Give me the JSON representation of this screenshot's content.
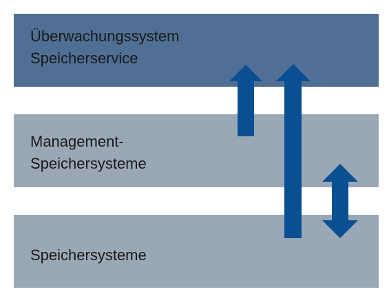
{
  "colors": {
    "top_band": "#4f6f94",
    "lower_bands": "#9aa7b5",
    "arrow": "#0b4f93",
    "text": "#1a1a1a",
    "background": "#ffffff"
  },
  "layers": [
    {
      "lines": [
        "Überwachungssystem",
        "Speicherservice"
      ]
    },
    {
      "lines": [
        "Management-",
        "Speichersysteme"
      ]
    },
    {
      "lines": [
        "Speichersysteme"
      ]
    }
  ],
  "arrows": [
    {
      "name": "short-up-arrow",
      "direction": "up"
    },
    {
      "name": "long-up-arrow",
      "direction": "up"
    },
    {
      "name": "double-arrow",
      "direction": "both"
    }
  ]
}
